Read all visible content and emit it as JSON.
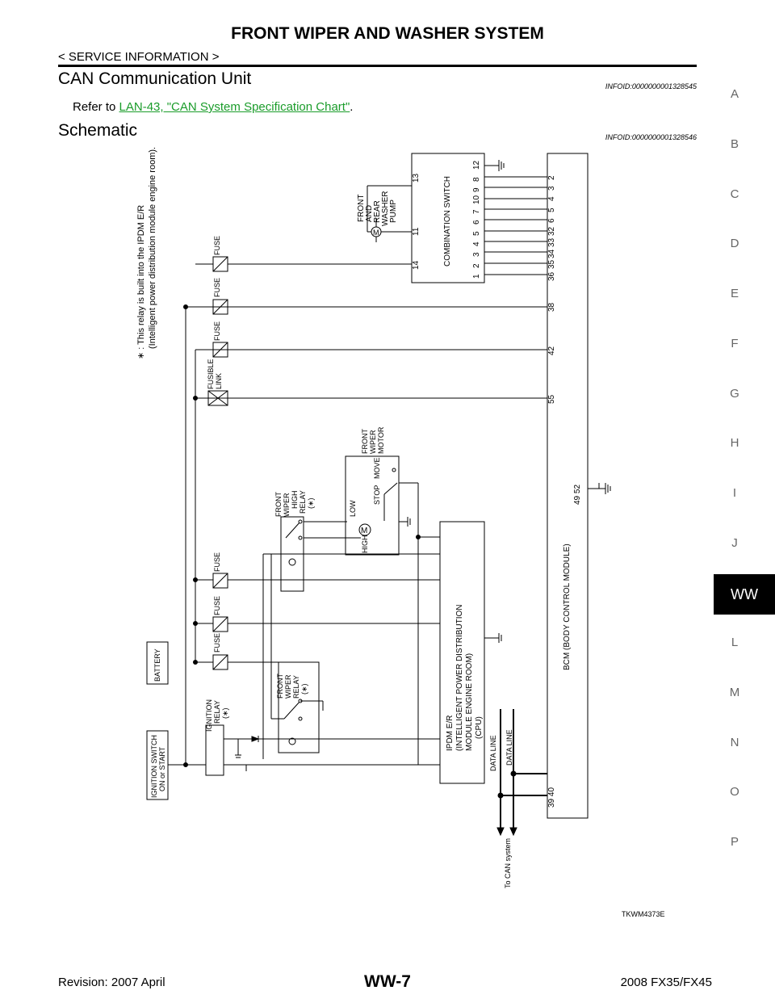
{
  "header": {
    "title": "FRONT WIPER AND WASHER SYSTEM",
    "breadcrumb": "< SERVICE INFORMATION >"
  },
  "sections": [
    {
      "heading": "CAN Communication Unit",
      "infoid": "INFOID:0000000001328545"
    },
    {
      "heading": "Schematic",
      "infoid": "INFOID:0000000001328546"
    }
  ],
  "refer": {
    "prefix": "Refer to ",
    "link": "LAN-43, \"CAN System Specification Chart\"",
    "suffix": "."
  },
  "side_index": [
    "A",
    "B",
    "C",
    "D",
    "E",
    "F",
    "G",
    "H",
    "I",
    "J",
    "WW",
    "L",
    "M",
    "N",
    "O",
    "P"
  ],
  "active_tab": "WW",
  "footer": {
    "revision": "Revision: 2007 April",
    "page": "WW-7",
    "model": "2008 FX35/FX45"
  },
  "diagram": {
    "note_line1": "∗ : This relay is built into the IPDM E/R",
    "note_line2": "(Intelligent power distribution module engine room).",
    "fuse": "FUSE",
    "fusible_link": [
      "FUSIBLE",
      "LINK"
    ],
    "battery": "BATTERY",
    "ignition_switch": [
      "IGNITION SWITCH",
      "ON or START"
    ],
    "ignition_relay": [
      "IGNITION",
      "RELAY",
      "(∗)"
    ],
    "front_wiper_relay": [
      "FRONT",
      "WIPER",
      "RELAY",
      "(∗)"
    ],
    "front_wiper_high_relay": [
      "FRONT",
      "WIPER",
      "HIGH",
      "RELAY",
      "(∗)"
    ],
    "front_wiper_motor": [
      "FRONT",
      "WIPER",
      "MOTOR"
    ],
    "motor_labels": {
      "low": "LOW",
      "high": "HIGH",
      "stop": "STOP",
      "move": "MOVE",
      "m": "M"
    },
    "washer_pump": [
      "FRONT",
      "AND",
      "REAR",
      "WASHER",
      "PUMP"
    ],
    "combination_switch": "COMBINATION SWITCH",
    "combo_pins_top": [
      "1",
      "2",
      "3",
      "4",
      "5",
      "6",
      "7",
      "10",
      "9",
      "8",
      "12"
    ],
    "combo_pins_left": [
      "14",
      "11",
      "13"
    ],
    "bcm_pins": [
      "36",
      "35",
      "34",
      "33",
      "32",
      "6",
      "5",
      "4",
      "3",
      "2"
    ],
    "bcm_pins_extra": [
      "38",
      "42",
      "55"
    ],
    "bcm_label": "BCM (BODY CONTROL MODULE)",
    "bcm_ground_pins": "49 52",
    "bcm_can_pins": "39   40",
    "ipdm": [
      "IPDM E/R",
      "(INTELLIGENT POWER DISTRIBUTION",
      "MODULE ENGINE ROOM)",
      "(CPU)"
    ],
    "data_line": "DATA LINE",
    "can_system": "To CAN system",
    "figure_id": "TKWM4373E"
  }
}
